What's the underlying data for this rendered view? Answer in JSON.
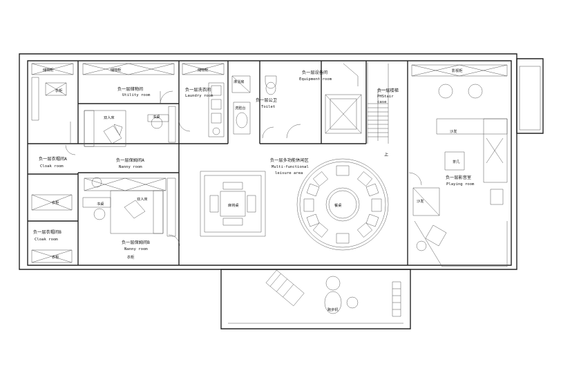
{
  "rooms": {
    "utility": {
      "cn": "负一层储物间",
      "en": "Utility room"
    },
    "laundry": {
      "cn": "负一层洗衣间",
      "en": "Laundry room"
    },
    "toilet": {
      "cn": "负一层公卫",
      "en": "Toilet"
    },
    "equipment": {
      "cn": "负一层设备间",
      "en": "Equipment room"
    },
    "stair": {
      "cn": "负一层楼梯",
      "en": "PHStair",
      "en2": "case"
    },
    "cloak_a": {
      "cn": "负一层衣帽间A",
      "en": "Cloak room"
    },
    "cloak_b": {
      "cn": "负一层衣帽间B",
      "en": "Cloak room"
    },
    "nanny_a": {
      "cn": "负一层保姆间A",
      "en": "Nanny room"
    },
    "nanny_b": {
      "cn": "负一层保姆间B",
      "en": "Nanny room"
    },
    "leisure": {
      "cn": "负一层多功能休闲区",
      "en": "Multi-functional",
      "en2": "leisure area"
    },
    "playing": {
      "cn": "负一层影音室",
      "en": "Playing room"
    }
  },
  "furniture": {
    "storage_cabinet": "储物柜",
    "shoe_cabinet": "储物柜",
    "storage_cabinet_2": "储物柜",
    "dbl_bed_a": "双人床",
    "dbl_bed_b": "双人床",
    "desk_a": "书桌",
    "desk_b": "书桌",
    "clothes_closet": "衣柜",
    "wardrobe_a": "衣柜",
    "wardrobe_b": "衣柜",
    "wardrobe_c": "衣柜",
    "washbasin": "洗脸台",
    "shower": "淋浴房",
    "dining_table": "麻将桌",
    "round_table": "餐桌",
    "tea_table": "茶几",
    "sofa": "沙发",
    "sofa_2": "沙发",
    "av_cabinet": "影视柜",
    "fitness": "跑步机",
    "up_sign": "上"
  }
}
